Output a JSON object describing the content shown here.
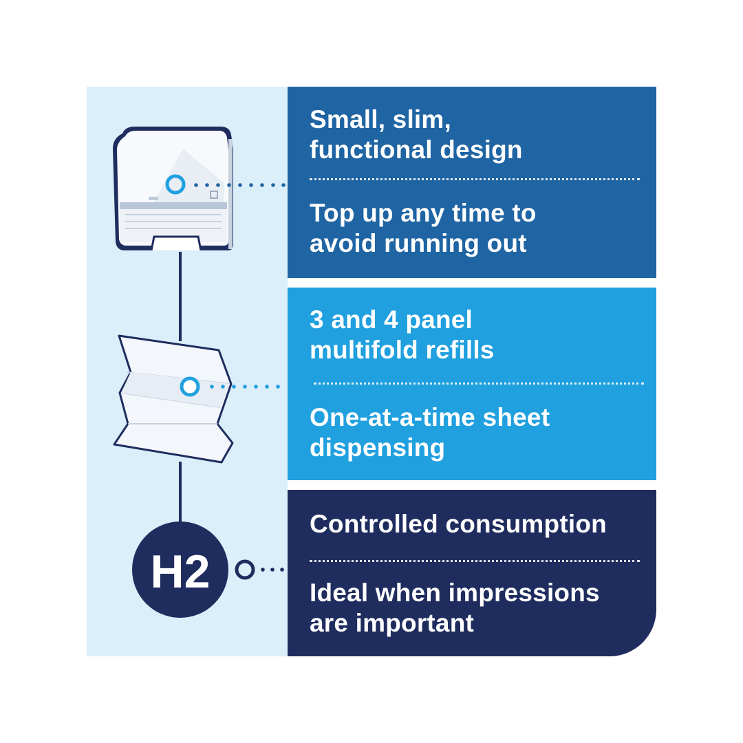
{
  "features": [
    {
      "primary": [
        "Small, slim,",
        "functional design"
      ],
      "secondary": [
        "Top up any time to",
        "avoid running out"
      ]
    },
    {
      "primary": [
        "3 and 4 panel",
        "multifold refills"
      ],
      "secondary": [
        "One-at-a-time sheet",
        "dispensing"
      ]
    },
    {
      "primary": [
        "Controlled consumption"
      ],
      "secondary": [
        "Ideal when impressions",
        "are important"
      ]
    }
  ],
  "badge": {
    "label": "H2"
  },
  "colors": {
    "panel_dark_blue": "#1f64a3",
    "panel_light_blue": "#20a0df",
    "panel_navy": "#1f2c5e",
    "background_pale_blue": "#daeff9",
    "outline_navy": "#1f2c5e"
  },
  "icons": [
    "dispenser-icon",
    "multifold-towel-icon",
    "h2-badge"
  ]
}
